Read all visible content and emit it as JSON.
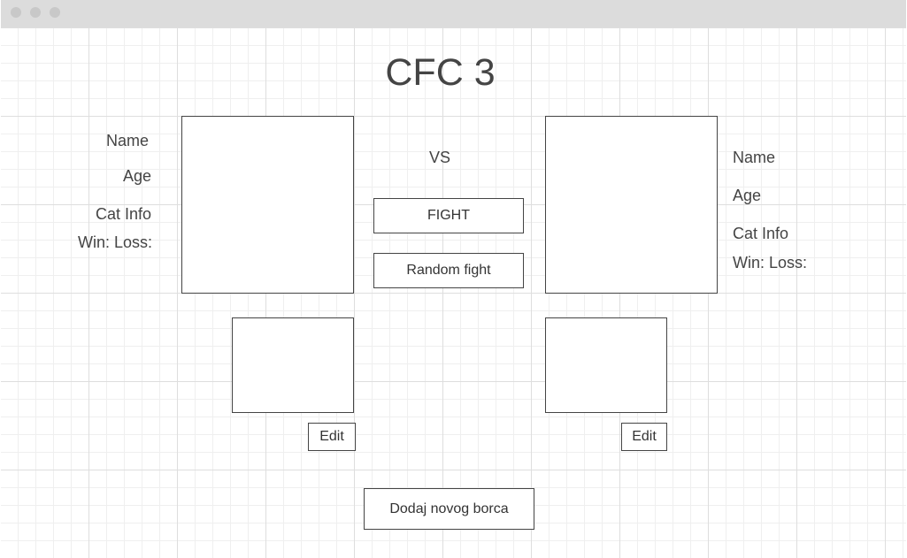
{
  "window": {
    "controls": [
      "close",
      "minimize",
      "maximize"
    ]
  },
  "header": {
    "title": "CFC 3"
  },
  "left_fighter": {
    "name_label": "Name",
    "age_label": "Age",
    "cat_info_label": "Cat Info",
    "record_label": "Win: Loss:",
    "edit_label": "Edit"
  },
  "right_fighter": {
    "name_label": "Name",
    "age_label": "Age",
    "cat_info_label": "Cat Info",
    "record_label": "Win: Loss:",
    "edit_label": "Edit"
  },
  "center": {
    "vs_label": "VS",
    "fight_label": "FIGHT",
    "random_fight_label": "Random fight"
  },
  "footer": {
    "add_fighter_label": "Dodaj novog borca"
  }
}
